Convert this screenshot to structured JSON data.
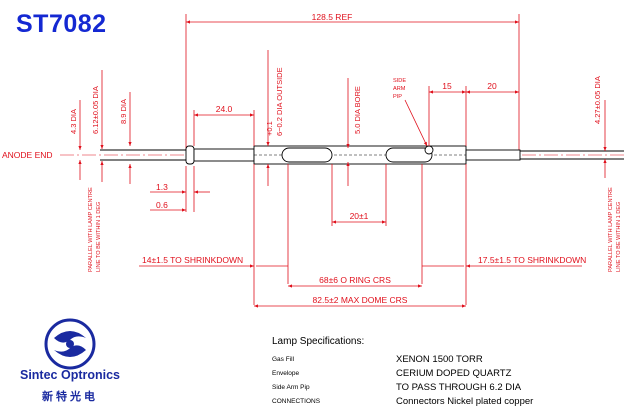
{
  "title": "ST7082",
  "drawing": {
    "overall_length": "128.5 REF",
    "anode_label": "ANODE END",
    "dims": {
      "dia_43": "4.3 DIA",
      "dia_612": "6.12±0.05 DIA",
      "dia_89": "8.9 DIA",
      "dim_240": "24.0",
      "outside_dia_top": "+0.1",
      "outside_dia_bottom": "6−0.2 DIA OUTSIDE",
      "bore_dia": "5.0 DIA BORE",
      "side_arm": [
        "SIDE",
        "ARM",
        "PIP"
      ],
      "dim_15": "15",
      "dim_20": "20",
      "dia_427": "4.27±0.05 DIA",
      "dim_13": "1.3",
      "dim_06": "0.6",
      "dim_20pm1": "20±1",
      "shrink_left": "14±1.5 TO SHRINKDOWN",
      "shrink_right": "17.5±1.5 TO SHRINKDOWN",
      "ring_crs": "68±6 O RING CRS",
      "dome_crs": "82.5±2 MAX DOME CRS"
    },
    "parallel_note": [
      "PARALLEL WITH LAMP CENTRE",
      "LINE TO BE WITHIN 1 DEG"
    ]
  },
  "logo": {
    "name": "Sintec Optronics",
    "chinese": "新特光电"
  },
  "specs": {
    "heading": "Lamp Specifications:",
    "rows": [
      {
        "label": "Gas Fill",
        "value": "XENON  1500 TORR"
      },
      {
        "label": "Envelope",
        "value": "CERIUM DOPED QUARTZ"
      },
      {
        "label": "Side Arm Pip",
        "value": "TO PASS THROUGH 6.2 DIA"
      },
      {
        "label": "CONNECTIONS",
        "value": "Connectors Nickel plated copper"
      }
    ]
  },
  "colors": {
    "title": "#1428d2",
    "dimension": "#e0101c",
    "logo": "#1a2aa0"
  }
}
